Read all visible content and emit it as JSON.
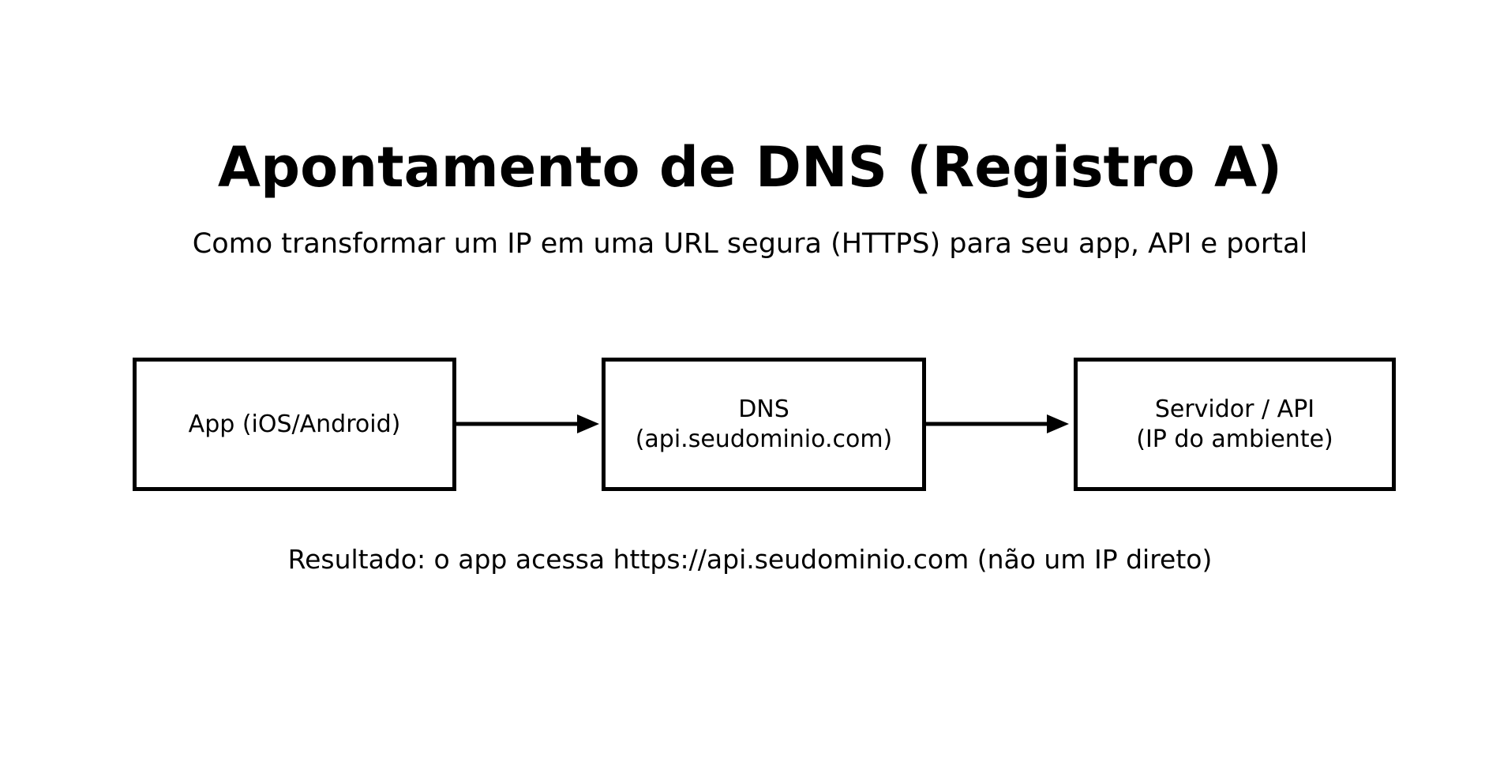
{
  "page": {
    "background_color": "#ffffff",
    "foreground_color": "#000000"
  },
  "diagram": {
    "title": "Apontamento de DNS (Registro A)",
    "subtitle": "Como transformar um IP em uma URL segura (HTTPS) para seu app, API e portal",
    "nodes": [
      {
        "id": "app",
        "lines": [
          "App (iOS/Android)",
          ""
        ]
      },
      {
        "id": "dns",
        "lines": [
          "DNS",
          "(api.seudominio.com)"
        ]
      },
      {
        "id": "server",
        "lines": [
          "Servidor / API",
          "(IP do ambiente)"
        ]
      }
    ],
    "arrows": [
      {
        "from": "app",
        "to": "dns"
      },
      {
        "from": "dns",
        "to": "server"
      }
    ],
    "result": "Resultado: o app acessa https://api.seudominio.com (não um IP direto)"
  }
}
